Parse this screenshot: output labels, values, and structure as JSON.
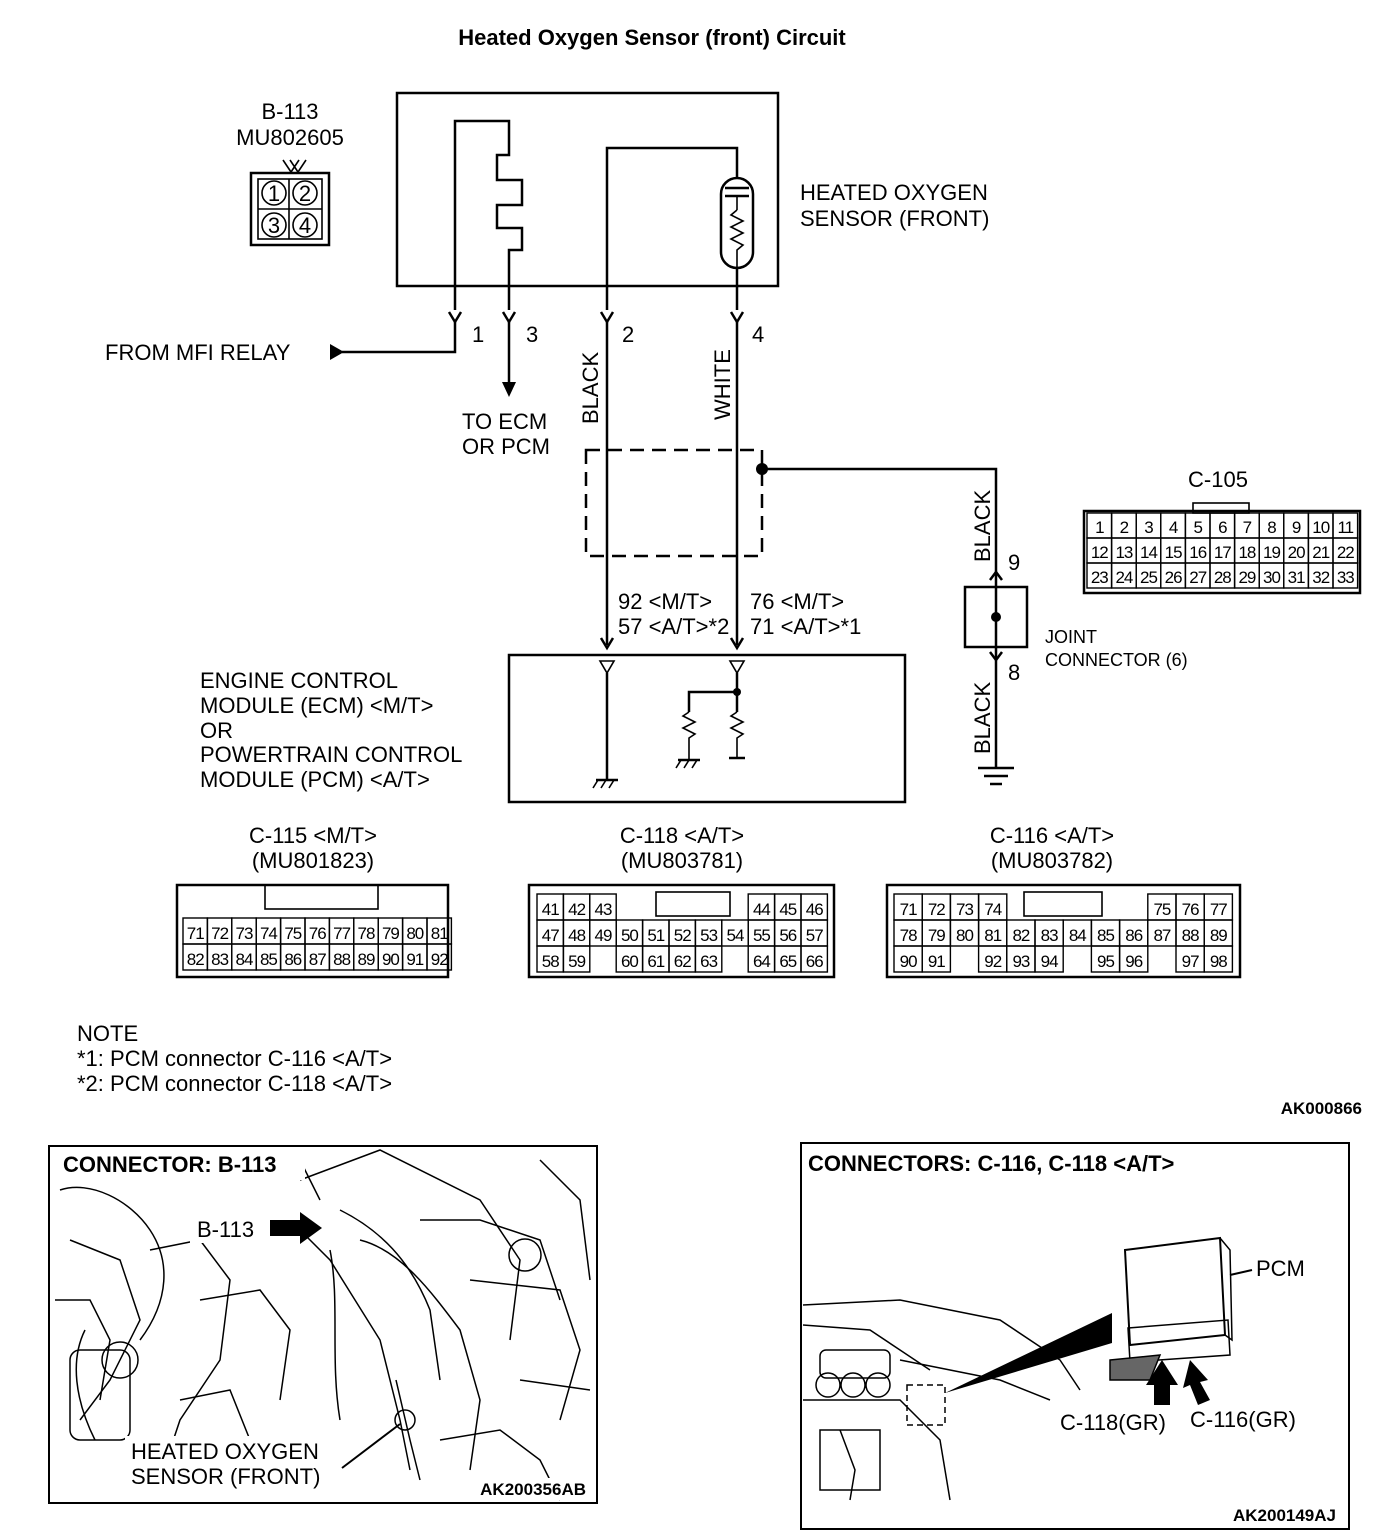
{
  "title": "Heated Oxygen Sensor (front) Circuit",
  "sensor_connector": {
    "id": "B-113",
    "part": "MU802605",
    "pins": [
      "1",
      "2",
      "3",
      "4"
    ]
  },
  "sensor_label": [
    "HEATED OXYGEN",
    "SENSOR (FRONT)"
  ],
  "pins": {
    "p1": "1",
    "p2": "2",
    "p3": "3",
    "p4": "4"
  },
  "from_mfi": "FROM MFI RELAY",
  "to_ecm": [
    "TO ECM",
    "OR PCM"
  ],
  "wire_colors": {
    "black": "BLACK",
    "white": "WHITE"
  },
  "ecm_pins": {
    "left": [
      "92 <M/T>",
      "57 <A/T>*2"
    ],
    "right": [
      "76 <M/T>",
      "71 <A/T>*1"
    ]
  },
  "ecm_label": [
    "ENGINE CONTROL",
    "MODULE (ECM) <M/T>",
    "OR",
    "POWERTRAIN CONTROL",
    "MODULE (PCM) <A/T>"
  ],
  "joint": {
    "label": [
      "JOINT",
      "CONNECTOR (6)"
    ],
    "pin_top": "9",
    "pin_bottom": "8"
  },
  "c105": {
    "id": "C-105",
    "rows": [
      [
        "1",
        "2",
        "3",
        "4",
        "5",
        "6",
        "7",
        "8",
        "9",
        "10",
        "11"
      ],
      [
        "12",
        "13",
        "14",
        "15",
        "16",
        "17",
        "18",
        "19",
        "20",
        "21",
        "22"
      ],
      [
        "23",
        "24",
        "25",
        "26",
        "27",
        "28",
        "29",
        "30",
        "31",
        "32",
        "33"
      ]
    ]
  },
  "c115": {
    "id": "C-115 <M/T>",
    "part": "(MU801823)",
    "rows": [
      [
        "71",
        "72",
        "73",
        "74",
        "75",
        "76",
        "77",
        "78",
        "79",
        "80",
        "81"
      ],
      [
        "82",
        "83",
        "84",
        "85",
        "86",
        "87",
        "88",
        "89",
        "90",
        "91",
        "92"
      ]
    ]
  },
  "c118": {
    "id": "C-118 <A/T>",
    "part": "(MU803781)",
    "rows": [
      [
        "41",
        "42",
        "43",
        "",
        "",
        "",
        "",
        "",
        "44",
        "45",
        "46"
      ],
      [
        "47",
        "48",
        "49",
        "50",
        "51",
        "52",
        "53",
        "54",
        "55",
        "56",
        "57"
      ],
      [
        "58",
        "59",
        "",
        "60",
        "61",
        "62",
        "63",
        "",
        "64",
        "65",
        "66"
      ]
    ]
  },
  "c116": {
    "id": "C-116 <A/T>",
    "part": "(MU803782)",
    "rows": [
      [
        "71",
        "72",
        "73",
        "74",
        "",
        "",
        "",
        "",
        "",
        "75",
        "76",
        "77"
      ],
      [
        "78",
        "79",
        "80",
        "81",
        "82",
        "83",
        "84",
        "85",
        "86",
        "87",
        "88",
        "89"
      ],
      [
        "90",
        "91",
        "",
        "92",
        "93",
        "94",
        "",
        "95",
        "96",
        "",
        "97",
        "98"
      ]
    ]
  },
  "note": [
    "NOTE",
    "*1: PCM connector C-116 <A/T>",
    "*2: PCM connector C-118 <A/T>"
  ],
  "figure_code": "AK000866",
  "photo_left": {
    "title": "CONNECTOR: B-113",
    "pointer": "B-113",
    "sensor": [
      "HEATED OXYGEN",
      "SENSOR (FRONT)"
    ],
    "code": "AK200356AB"
  },
  "photo_right": {
    "title": "CONNECTORS: C-116, C-118 <A/T>",
    "pcm": "PCM",
    "c118": "C-118(GR)",
    "c116": "C-116(GR)",
    "code": "AK200149AJ"
  }
}
